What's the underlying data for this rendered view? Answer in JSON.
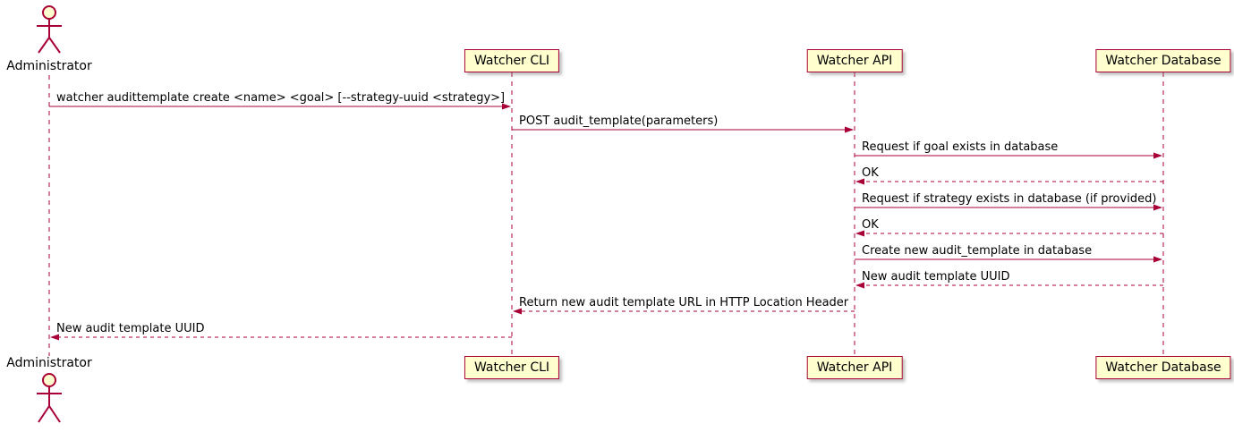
{
  "diagram": {
    "type": "sequence-diagram",
    "colors": {
      "participant_fill": "#FEFECE",
      "participant_border": "#A80036",
      "line_color": "#A80036",
      "text_color": "#000000"
    },
    "actor": {
      "label": "Administrator"
    },
    "participants": [
      {
        "label": "Watcher CLI"
      },
      {
        "label": "Watcher API"
      },
      {
        "label": "Watcher Database"
      }
    ],
    "messages": [
      {
        "from": "Administrator",
        "to": "Watcher CLI",
        "style": "solid",
        "text": "watcher audittemplate create <name> <goal> [--strategy-uuid <strategy>]"
      },
      {
        "from": "Watcher CLI",
        "to": "Watcher API",
        "style": "solid",
        "text": "POST audit_template(parameters)"
      },
      {
        "from": "Watcher API",
        "to": "Watcher Database",
        "style": "solid",
        "text": "Request if goal exists in database"
      },
      {
        "from": "Watcher Database",
        "to": "Watcher API",
        "style": "dashed",
        "text": "OK"
      },
      {
        "from": "Watcher API",
        "to": "Watcher Database",
        "style": "solid",
        "text": "Request if strategy exists in database (if provided)"
      },
      {
        "from": "Watcher Database",
        "to": "Watcher API",
        "style": "dashed",
        "text": "OK"
      },
      {
        "from": "Watcher API",
        "to": "Watcher Database",
        "style": "solid",
        "text": "Create new audit_template in database"
      },
      {
        "from": "Watcher Database",
        "to": "Watcher API",
        "style": "dashed",
        "text": "New audit template UUID"
      },
      {
        "from": "Watcher API",
        "to": "Watcher CLI",
        "style": "dashed",
        "text": "Return new audit template URL in HTTP Location Header"
      },
      {
        "from": "Watcher CLI",
        "to": "Administrator",
        "style": "dashed",
        "text": "New audit template UUID"
      }
    ]
  }
}
